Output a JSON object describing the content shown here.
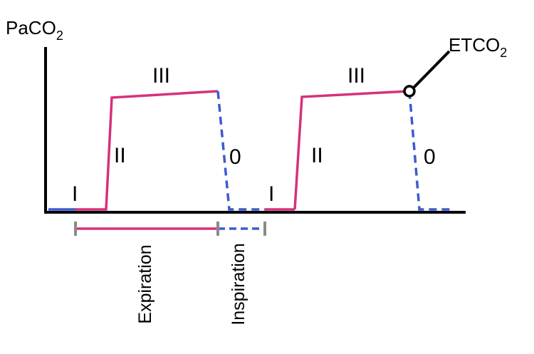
{
  "axis": {
    "y_label_main": "PaCO",
    "y_label_sub": "2"
  },
  "annotation": {
    "etco2_main": "ETCO",
    "etco2_sub": "2"
  },
  "phases": {
    "cycle1": [
      "I",
      "II",
      "III",
      "0"
    ],
    "cycle2": [
      "I",
      "II",
      "III",
      "0"
    ]
  },
  "intervals": {
    "expiration": "Expiration",
    "inspiration": "Inspiration"
  },
  "colors": {
    "expiration_line": "#d6317c",
    "inspiration_line": "#3d5bd0",
    "axis": "#000000",
    "tick": "#8a8a8a"
  }
}
